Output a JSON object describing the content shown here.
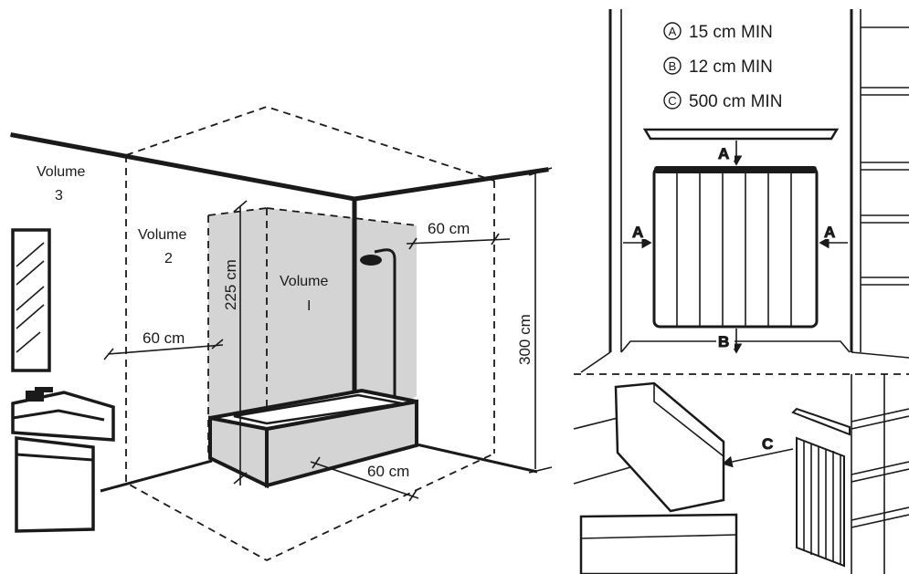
{
  "bathroom": {
    "volume3": {
      "line1": "Volume",
      "line2": "3"
    },
    "volume2": {
      "line1": "Volume",
      "line2": "2"
    },
    "volume1": {
      "line1": "Volume",
      "line2": "I"
    },
    "dim_vol2_width": "60 cm",
    "dim_vol2_depth": "60 cm",
    "dim_floor": "60 cm",
    "dim_height_225": "225 cm",
    "dim_height_300": "300 cm"
  },
  "radiator": {
    "legend": [
      {
        "marker": "A",
        "text": "15 cm MIN"
      },
      {
        "marker": "B",
        "text": "12 cm MIN"
      },
      {
        "marker": "C",
        "text": "500 cm MIN"
      }
    ],
    "clearance_labels": {
      "top": "A",
      "left": "A",
      "right": "A",
      "bottom": "B",
      "couch": "C"
    }
  },
  "colors": {
    "line": "#1a1a1a",
    "volume1_fill": "#d4d4d4",
    "background": "#ffffff"
  }
}
